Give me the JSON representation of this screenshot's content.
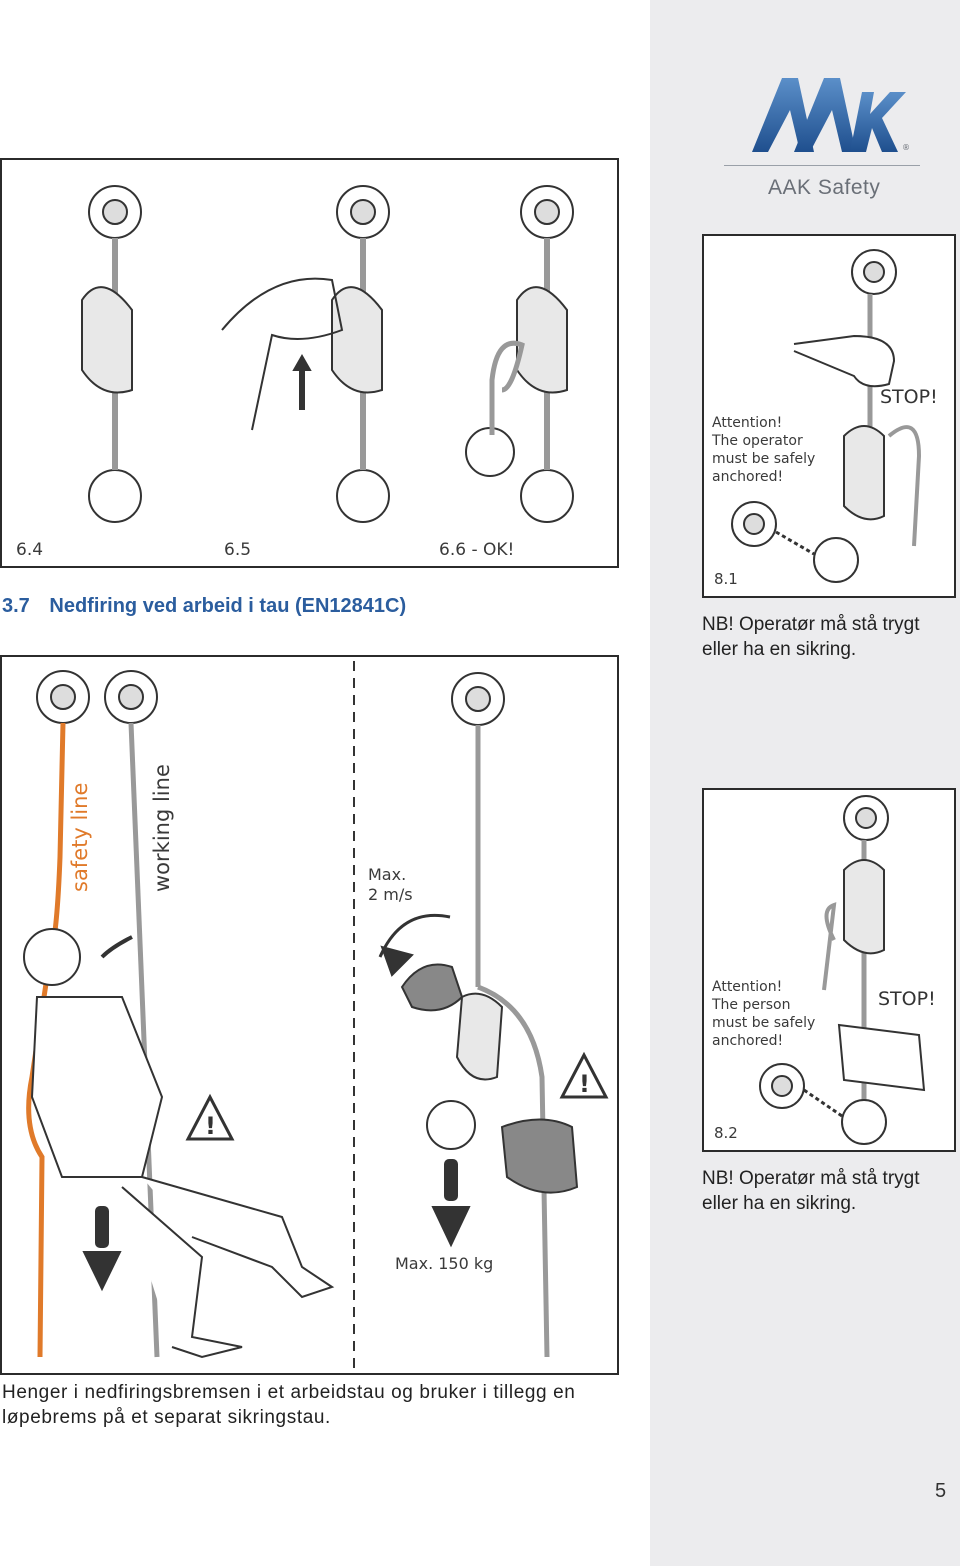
{
  "logo": {
    "text": "AAK Safety",
    "mark": "AAK",
    "reg": "®"
  },
  "section": {
    "number": "3.7",
    "title": "Nedfiring ved arbeid i tau (EN12841C)"
  },
  "figure_top": {
    "captions": [
      "6.4",
      "6.5",
      "6.6 - OK!"
    ]
  },
  "figure_81": {
    "caption": "8.1",
    "stop": "STOP!",
    "attention": [
      "Attention!",
      "The operator",
      "must be safely",
      "anchored!"
    ]
  },
  "note_81": [
    "NB! Operatør må stå trygt",
    "eller ha en sikring."
  ],
  "figure_82": {
    "caption": "8.2",
    "stop": "STOP!",
    "attention": [
      "Attention!",
      "The person",
      "must be safely",
      "anchored!"
    ]
  },
  "note_82": [
    "NB! Operatør må stå trygt",
    "eller ha en sikring."
  ],
  "figure_main": {
    "safety_line": "safety line",
    "working_line": "working line",
    "speed": [
      "Max.",
      "2 m/s"
    ],
    "load": "Max. 150 kg"
  },
  "body_text": [
    "Henger i nedfiringsbremsen i et arbeidstau og bruker i tillegg en",
    "løpebrems på et separat sikringstau."
  ],
  "page_number": "5",
  "colors": {
    "heading": "#2b5d9e",
    "safety_line": "#e07a2a",
    "logo": "#2c5f9e"
  }
}
